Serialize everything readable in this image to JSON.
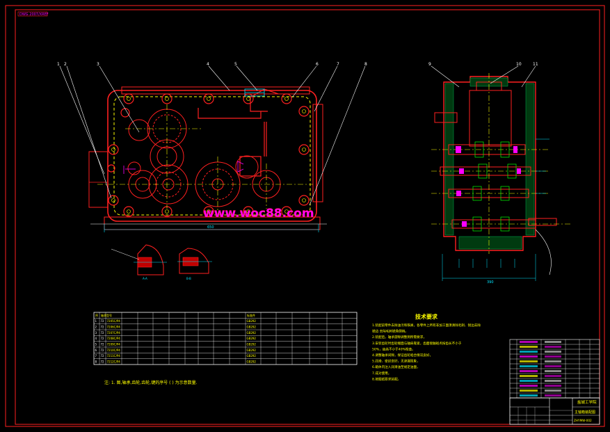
{
  "drawing": {
    "stamp": "DWG 2007/XREF"
  },
  "callouts": {
    "front": [
      "1",
      "2",
      "3",
      "4",
      "5",
      "6",
      "7",
      "8"
    ],
    "side": [
      "9",
      "10",
      "11"
    ]
  },
  "watermark": "www.woc88.com",
  "dims": {
    "front_width": "650",
    "side_width": "390"
  },
  "bom": {
    "header": [
      "序",
      "轴承型号",
      "",
      "",
      "",
      "",
      "",
      "",
      "",
      "",
      "",
      "标准件",
      "",
      "",
      ""
    ],
    "rows": [
      [
        "1",
        "72",
        "7205C/P4",
        "",
        "",
        "",
        "",
        "",
        "",
        "",
        "",
        "GB292",
        "",
        "",
        "",
        "",
        ""
      ],
      [
        "2",
        "72",
        "7206C/P4",
        "",
        "",
        "",
        "",
        "",
        "",
        "",
        "",
        "GB292",
        "",
        "",
        "",
        "",
        ""
      ],
      [
        "3",
        "72",
        "7207C/P4",
        "",
        "",
        "",
        "",
        "",
        "",
        "",
        "",
        "GB292",
        "",
        "",
        "",
        "",
        ""
      ],
      [
        "4",
        "72",
        "7208C/P4",
        "",
        "",
        "",
        "",
        "",
        "",
        "",
        "",
        "GB292",
        "",
        "",
        "",
        "",
        ""
      ],
      [
        "5",
        "72",
        "7209C/P4",
        "",
        "",
        "",
        "",
        "",
        "",
        "",
        "",
        "GB292",
        "",
        "",
        "",
        "",
        ""
      ],
      [
        "6",
        "72",
        "7210C/P4",
        "",
        "",
        "",
        "",
        "",
        "",
        "",
        "",
        "GB292",
        "",
        "",
        "",
        "",
        ""
      ],
      [
        "7",
        "72",
        "7211C/P4",
        "",
        "",
        "",
        "",
        "",
        "",
        "",
        "",
        "GB292",
        "",
        "",
        "",
        "",
        ""
      ],
      [
        "8",
        "72",
        "7212C/P4",
        "",
        "",
        "",
        "",
        "",
        "",
        "",
        "",
        "GB292",
        "",
        "",
        "",
        "",
        ""
      ]
    ]
  },
  "note_bottom": "注: 1. 图,轴承,齿轮,齿轮,键的序号 (  ) 为示意数量.",
  "tech": {
    "title": "技术要求",
    "lines": [
      "1.装配前零件去除油污和铁屑，各零件上所有非加工面须清除毛刺、锐边去除",
      "   锐边  去除毛刺锐角倒钝。",
      "2.装配后，轴承游隙调整到所需要求，",
      "3.安装齿轮时齿轮端面与轴肩靠紧，齿面接触斑点按齿长不小于",
      "   50%，齿高不小于40%检查。",
      "4.调整轴承间隙，保证齿轮啮合情况良好，",
      "5.润滑、密封良好，无渗漏现象，",
      "6.箱体内注入润滑油至规定油面，",
      "7.成对使用，",
      "8.按图纸要求装配。"
    ]
  },
  "title_block": {
    "school": "盐城工学院",
    "drawing_name": "主轴箱装配图",
    "drawing_no": "ZHYMW-002"
  },
  "colors": {
    "frame": "#ff2020",
    "text": "#ffff00",
    "table": "#ffffff",
    "accent": "#ff00ff",
    "dim": "#00e5ff"
  }
}
